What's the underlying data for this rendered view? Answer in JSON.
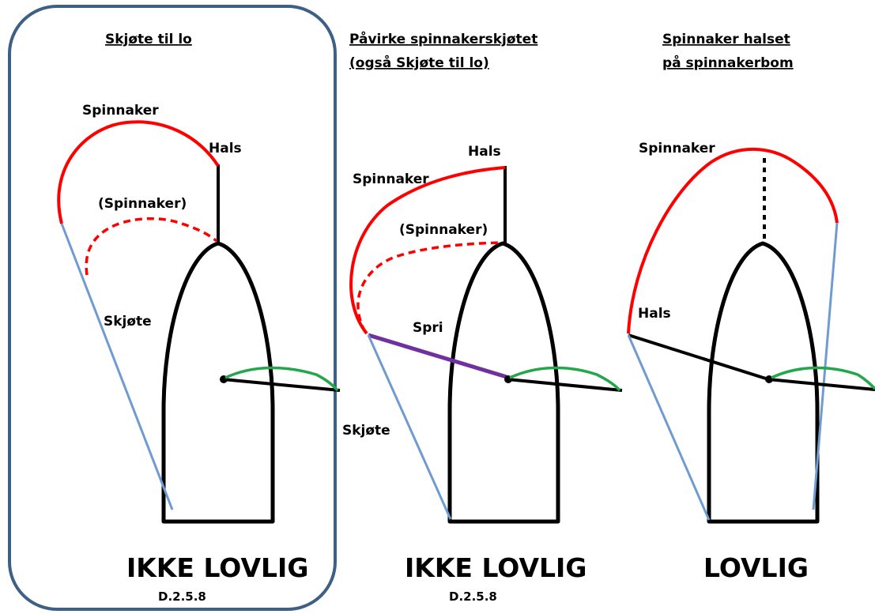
{
  "colors": {
    "frame": "#3e5f86",
    "spinnaker": "#ff0000",
    "sheet": "#6f9bd1",
    "hull": "#000000",
    "mainsail": "#22a84a",
    "spri": "#7030a0"
  },
  "panel1": {
    "heading": "Skjøte til lo",
    "spinnaker_label": "Spinnaker",
    "tack_label": "Hals",
    "alt_spinnaker_label": "(Spinnaker)",
    "sheet_label": "Skjøte",
    "verdict": "IKKE LOVLIG",
    "rule": "D.2.5.8"
  },
  "panel2": {
    "heading_line1": "Påvirke spinnakerskjøtet",
    "heading_line2": "(også Skjøte til lo)",
    "tack_label": "Hals",
    "spinnaker_label": "Spinnaker",
    "alt_spinnaker_label": "(Spinnaker)",
    "spri_label": "Spri",
    "sheet_label": "Skjøte",
    "verdict": "IKKE LOVLIG",
    "rule": "D.2.5.8"
  },
  "panel3": {
    "heading_line1": "Spinnaker halset",
    "heading_line2": "på spinnakerbom",
    "spinnaker_label": "Spinnaker",
    "tack_label": "Hals",
    "verdict": "LOVLIG"
  }
}
